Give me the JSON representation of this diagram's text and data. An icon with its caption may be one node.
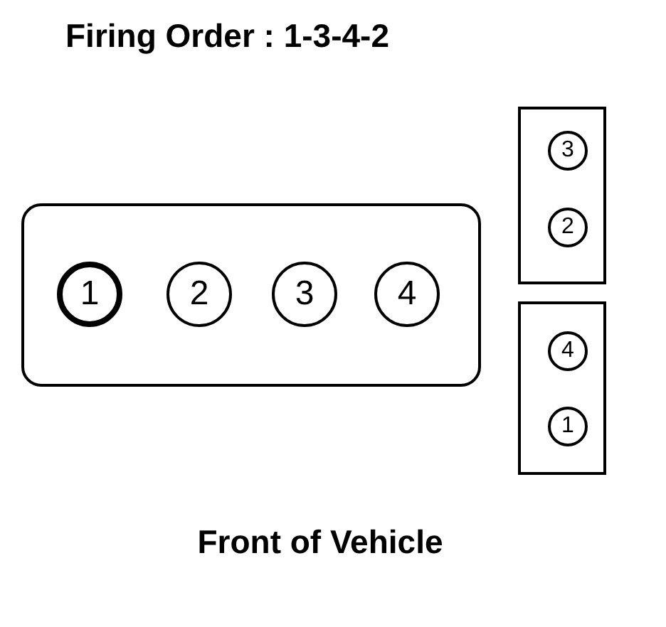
{
  "diagram": {
    "title": "Firing Order :  1-3-4-2",
    "caption": "Front of Vehicle",
    "nodes": [
      {
        "text": [],
        "shape": "box"
      },
      {
        "text": [
          "1"
        ],
        "in": 0
      },
      {
        "text": [
          "2"
        ],
        "in": 0
      },
      {
        "text": [
          "3"
        ],
        "in": 0
      },
      {
        "text": [
          "4"
        ],
        "in": 0
      },
      {
        "text": [],
        "shape": "box"
      },
      {
        "text": [
          "3"
        ],
        "in": 5
      },
      {
        "text": [
          "2"
        ],
        "in": 5
      },
      {
        "text": [],
        "shape": "box"
      },
      {
        "text": [
          "4"
        ],
        "in": 8
      },
      {
        "text": [
          "1"
        ],
        "in": 8
      }
    ]
  }
}
